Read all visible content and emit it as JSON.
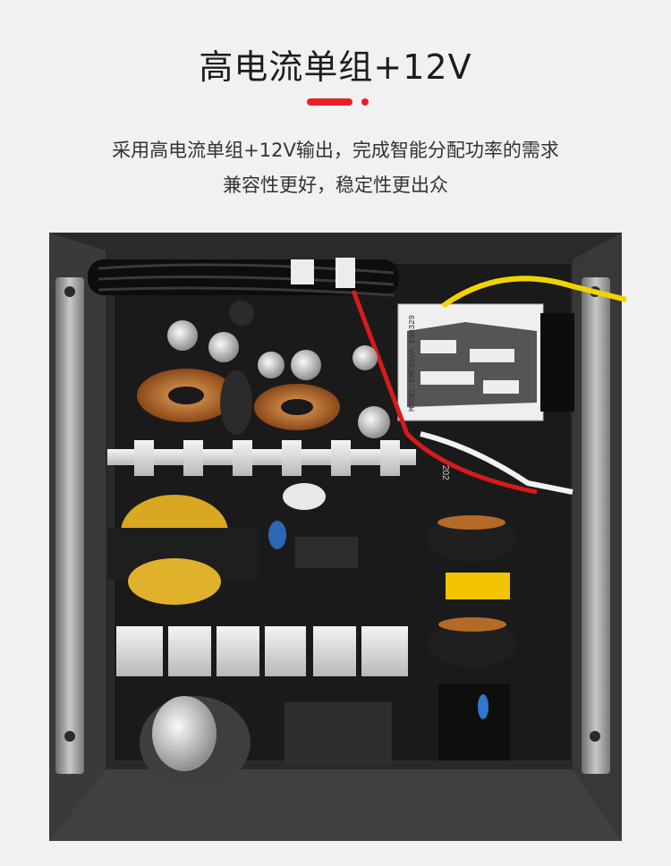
{
  "header": {
    "title": "高电流单组+12V",
    "accent_color": "#e8202a"
  },
  "description": {
    "line1": "采用高电流单组+12V输出，完成智能分配功率的需求",
    "line2": "兼容性更好，稳定性更出众"
  },
  "photo": {
    "board_labels": {
      "board_code": "MODEL:EMC01VA 160329",
      "emi_label": "202"
    }
  }
}
